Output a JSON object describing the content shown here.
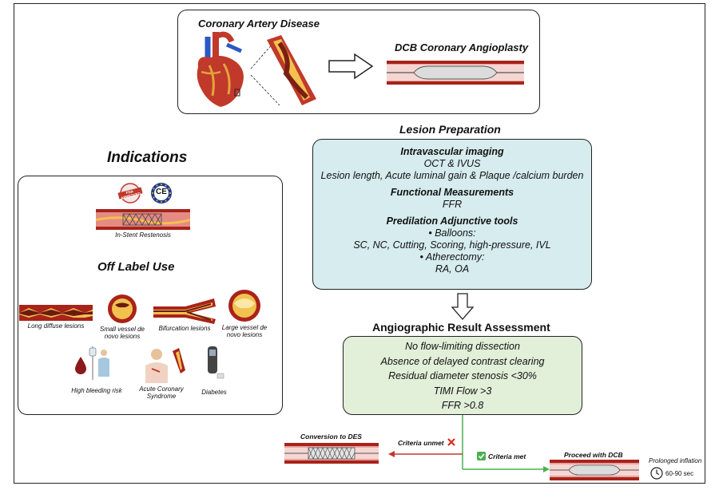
{
  "top": {
    "cad_title": "Coronary Artery Disease",
    "dcb_title": "DCB Coronary Angioplasty"
  },
  "lesion_prep": {
    "title": "Lesion Preparation",
    "imaging_heading": "Intravascular imaging",
    "imaging_line1": "OCT & IVUS",
    "imaging_line2": "Lesion length, Acute luminal gain & Plaque /calcium burden",
    "functional_heading": "Functional Measurements",
    "functional_line": "FFR",
    "predilation_heading": "Predilation Adjunctive tools",
    "balloons_label": "Balloons:",
    "balloons_list": "SC, NC, Cutting, Scoring, high-pressure, IVL",
    "atherectomy_label": "Atherectomy:",
    "atherectomy_list": "RA, OA"
  },
  "indications": {
    "title": "Indications",
    "fda_badge": "FDA APPROVED",
    "ce_badge": "CE",
    "isr_label": "In-Stent Restenosis",
    "offlabel_title": "Off Label Use",
    "items": [
      "Long diffuse lesions",
      "Small vessel de novo lesions",
      "Bifurcation lesions",
      "Large vessel de novo lesions",
      "High bleeding risk",
      "Acute Coronary Syndrome",
      "Diabetes"
    ]
  },
  "assessment": {
    "title": "Angiographic Result Assessment",
    "criteria": [
      "No flow-limiting dissection",
      "Absence of delayed contrast clearing",
      "Residual diameter stenosis <30%",
      "TIMI Flow >3",
      "FFR >0.8"
    ]
  },
  "outcomes": {
    "conversion_label": "Conversion to DES",
    "unmet_label": "Criteria unmet",
    "met_label": "Criteria met",
    "proceed_label": "Proceed with DCB",
    "prolonged_label": "Prolonged inflation",
    "duration_label": "60-90 sec"
  },
  "colors": {
    "lesion_box_fill": "#d6ecee",
    "assessment_box_fill": "#e2efd9",
    "vessel_red": "#c0392b",
    "unmet_red": "#c0392b",
    "met_green": "#4caf50"
  }
}
